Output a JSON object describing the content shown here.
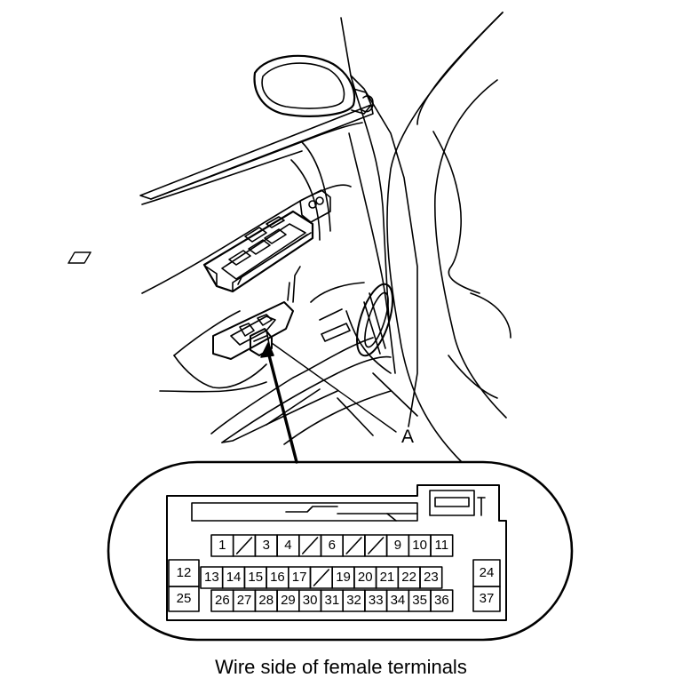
{
  "callout_label": "A",
  "caption": "Wire side of female terminals",
  "connector": {
    "row1": [
      "1",
      "",
      "3",
      "4",
      "",
      "6",
      "",
      "",
      "9",
      "10",
      "11"
    ],
    "row2_left": "12",
    "row2": [
      "13",
      "14",
      "15",
      "16",
      "17",
      "",
      "19",
      "20",
      "21",
      "22",
      "23"
    ],
    "row2_right": "24",
    "row3_left": "25",
    "row3": [
      "26",
      "27",
      "28",
      "29",
      "30",
      "31",
      "32",
      "33",
      "34",
      "35",
      "36"
    ],
    "row3_right": "37"
  }
}
